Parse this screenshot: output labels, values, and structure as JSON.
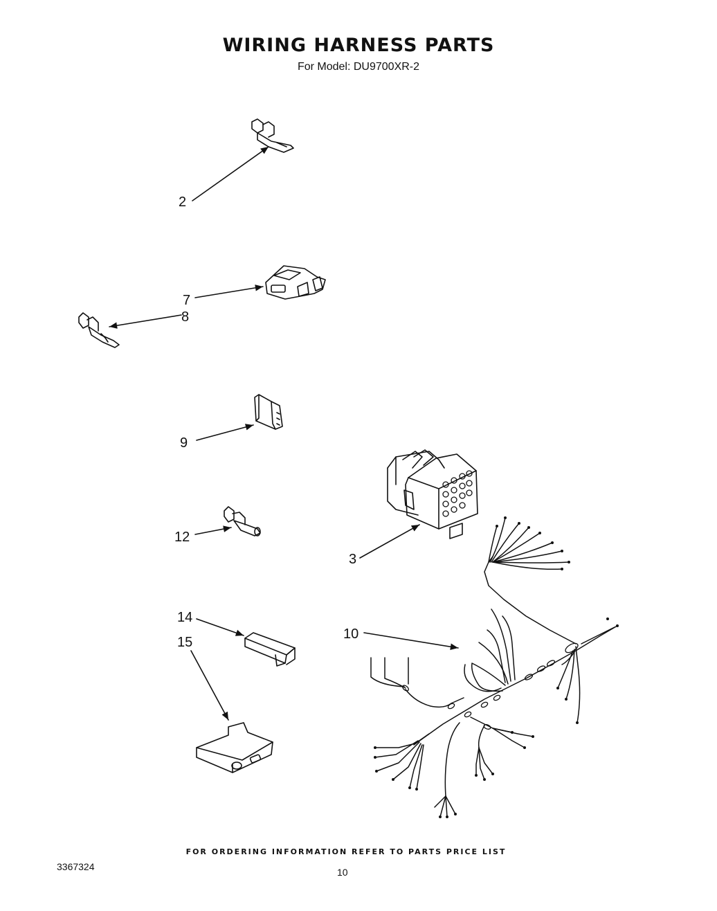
{
  "title": "WIRING HARNESS PARTS",
  "subtitle": "For Model: DU9700XR-2",
  "footer_note": "FOR ORDERING INFORMATION REFER TO PARTS PRICE LIST",
  "doc_number": "3367324",
  "page_number": "10",
  "callouts": {
    "c2": "2",
    "c7": "7",
    "c8": "8",
    "c9": "9",
    "c12": "12",
    "c3": "3",
    "c14": "14",
    "c15": "15",
    "c10": "10"
  },
  "icons": [
    "terminal-icon",
    "connector-housing-icon",
    "multi-pin-connector-icon",
    "wiring-harness-icon"
  ]
}
